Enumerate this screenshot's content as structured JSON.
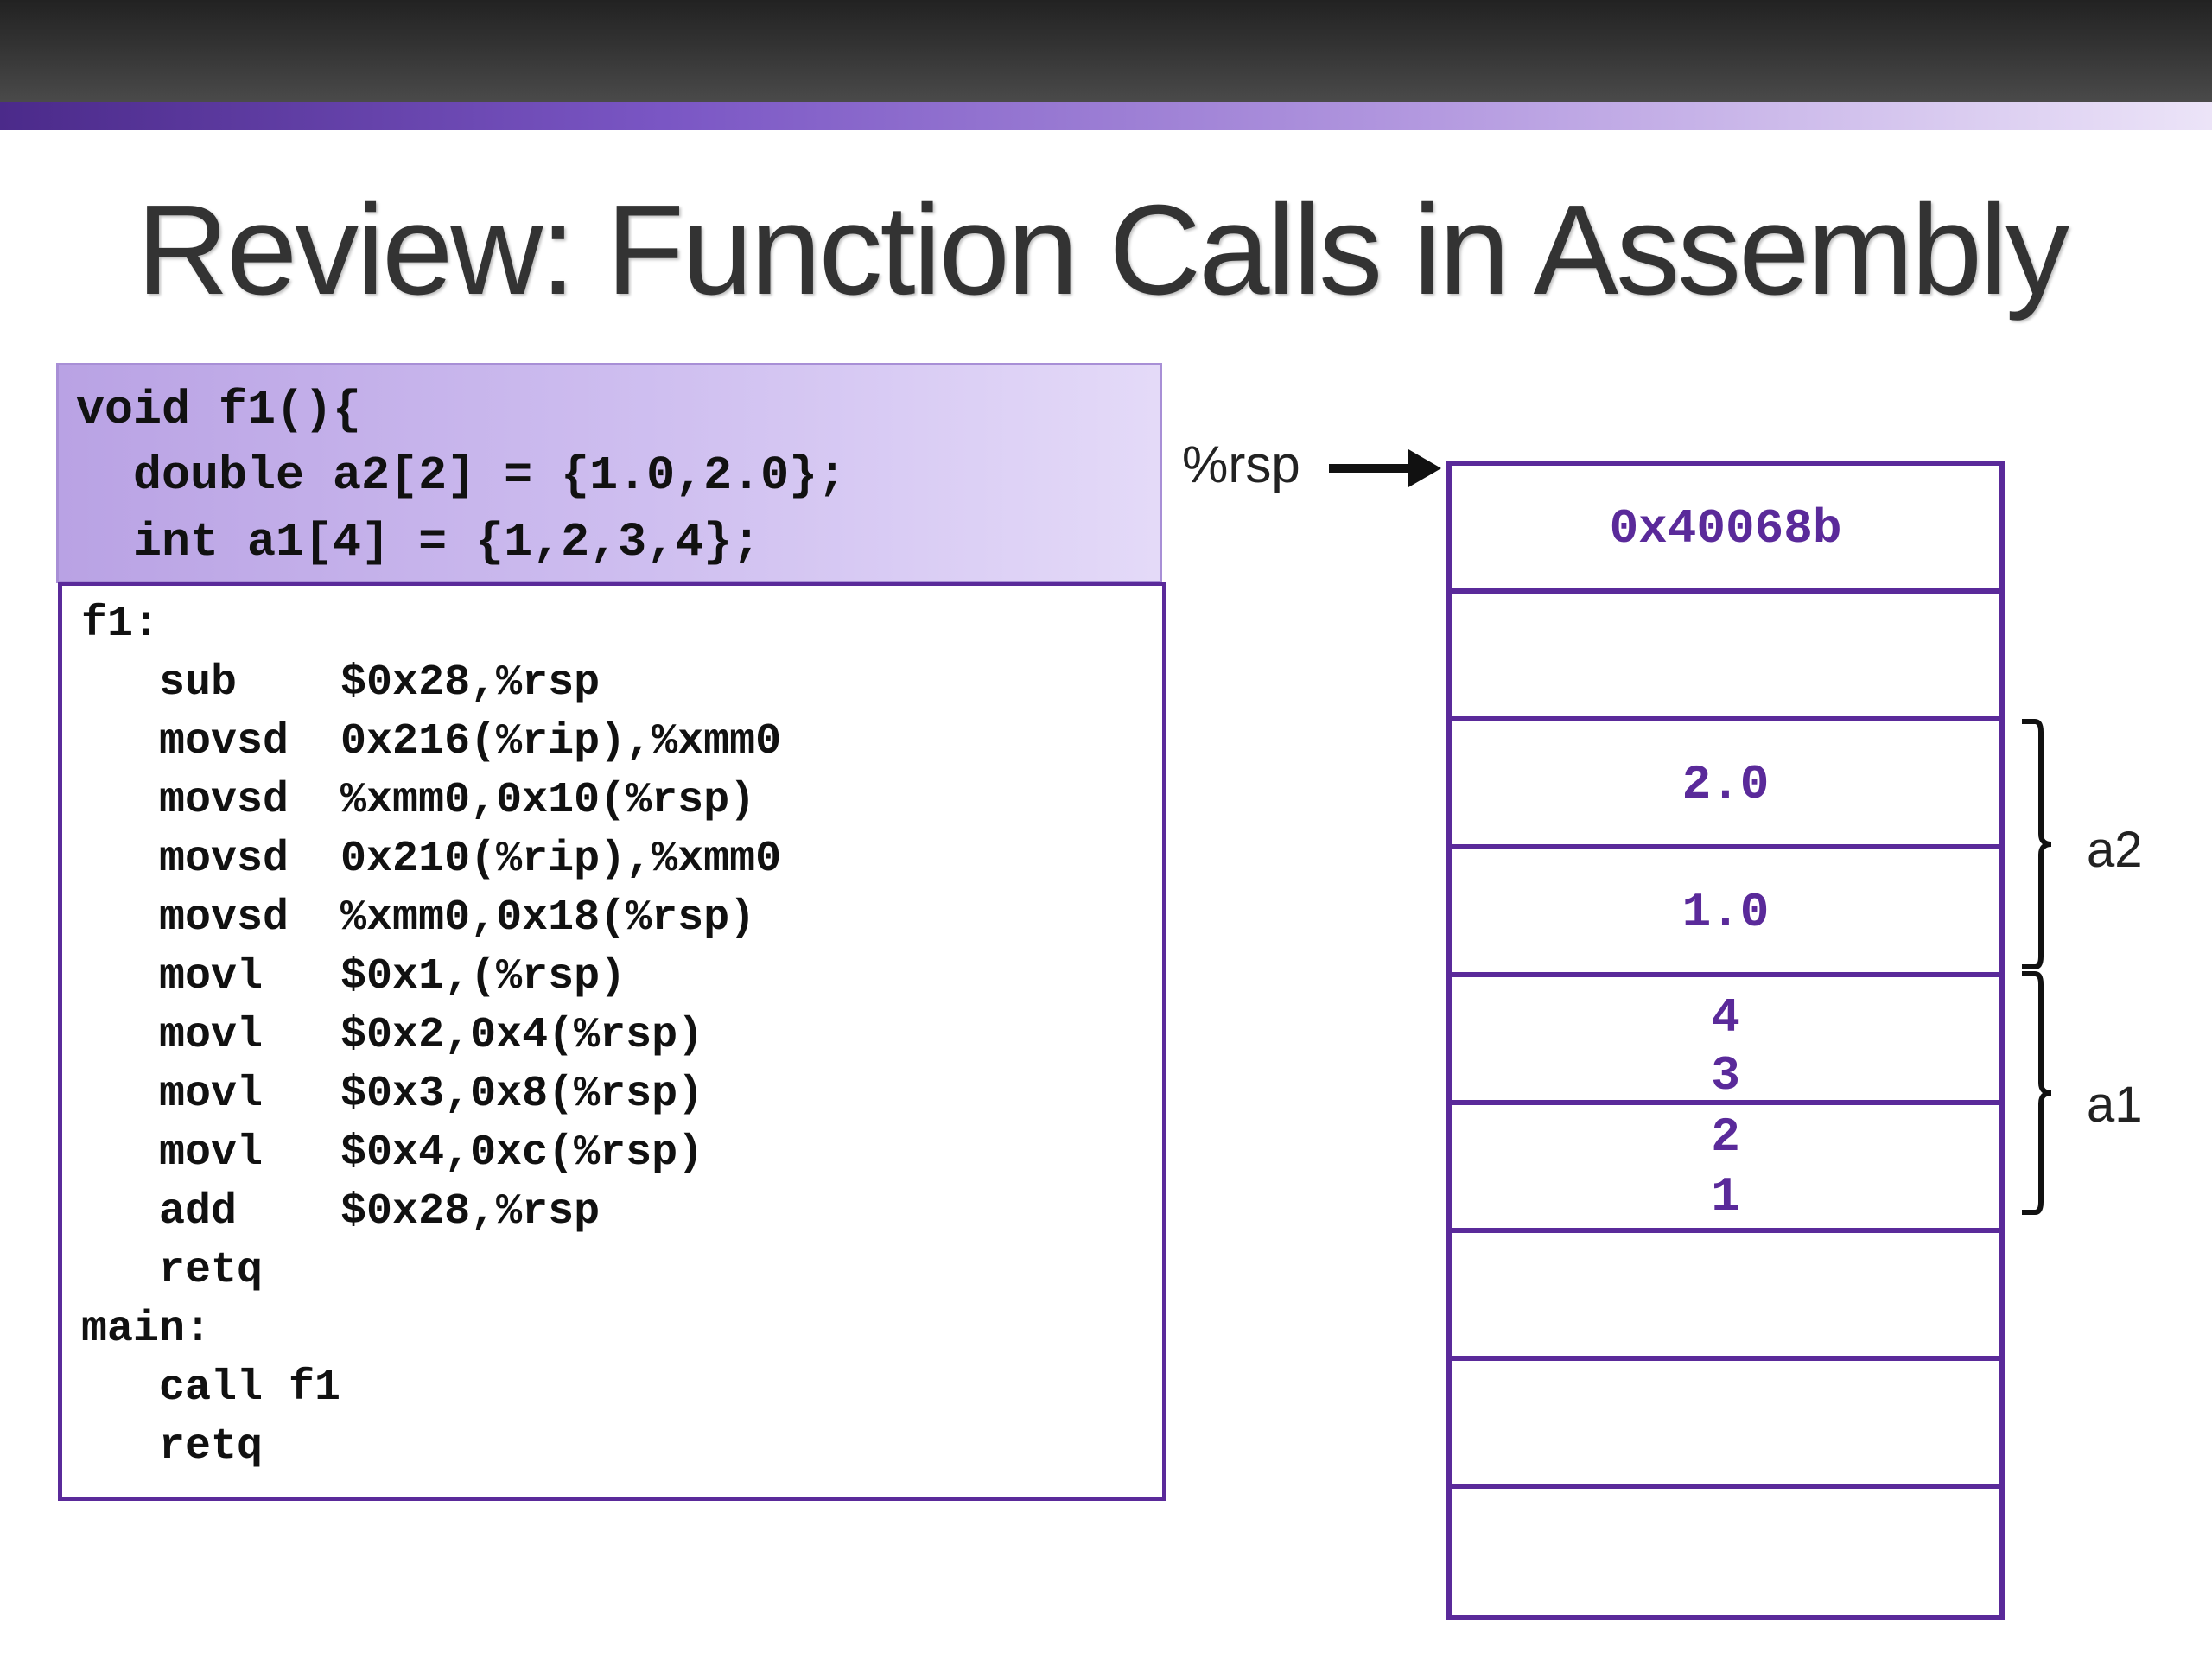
{
  "title": "Review: Function Calls in Assembly",
  "c_code": [
    "void f1(){",
    "  double a2[2] = {1.0,2.0};",
    "  int a1[4] = {1,2,3,4};"
  ],
  "asm_code": [
    "f1:",
    "   sub    $0x28,%rsp",
    "   movsd  0x216(%rip),%xmm0",
    "   movsd  %xmm0,0x10(%rsp)",
    "   movsd  0x210(%rip),%xmm0",
    "   movsd  %xmm0,0x18(%rsp)",
    "   movl   $0x1,(%rsp)",
    "   movl   $0x2,0x4(%rsp)",
    "   movl   $0x3,0x8(%rsp)",
    "   movl   $0x4,0xc(%rsp)",
    "   add    $0x28,%rsp",
    "   retq",
    "main:",
    "   call f1",
    "   retq"
  ],
  "stack": {
    "pointer_label": "%rsp",
    "cells": [
      {
        "values": [
          "0x40068b"
        ]
      },
      {
        "values": []
      },
      {
        "values": [
          "2.0"
        ]
      },
      {
        "values": [
          "1.0"
        ]
      },
      {
        "values": [
          "4",
          "3"
        ]
      },
      {
        "values": [
          "2",
          "1"
        ]
      },
      {
        "values": []
      },
      {
        "values": []
      },
      {
        "values": []
      }
    ],
    "groups": [
      {
        "label": "a2"
      },
      {
        "label": "a1"
      }
    ]
  },
  "colors": {
    "stack_border": "#5a2a9a",
    "stack_text": "#5a2a9a",
    "c_box_fill": "#cfbff0",
    "title_text": "#333333"
  }
}
